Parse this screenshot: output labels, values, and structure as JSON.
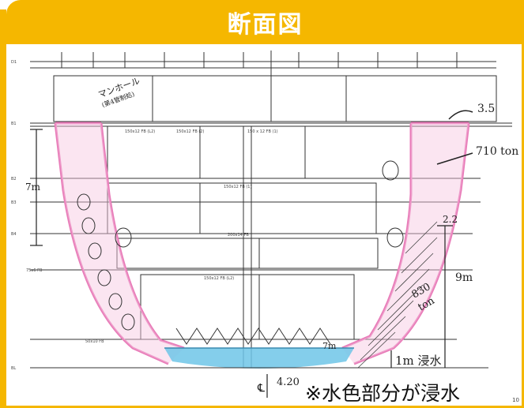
{
  "header": {
    "title": "断面図"
  },
  "caption": "※水色部分が浸水",
  "annotations": {
    "manhole": "マンホール",
    "manhole_note": "(第4管制処)",
    "left_height": "7m",
    "top_right_number": "3.5",
    "right_tonnage": "710 ton",
    "lower_right_number": "2.2",
    "height_9m": "9m",
    "lower_tonnage_1": "830",
    "lower_tonnage_2": "ton",
    "flood_depth": "1m 浸水",
    "bottom_right": "7m",
    "bottom_center": "4.20",
    "centerline": "℄"
  },
  "deck_labels": [
    "D1",
    "B1",
    "B2",
    "B3",
    "B4",
    "75x6 FB",
    "50x10 FB",
    "BL"
  ],
  "frame_labels": [
    "150x12 FB (L2)",
    "150x12 FB (2)",
    "150 x 12 FB (1)",
    "200x14 FB",
    "150x12 FB (1)",
    "150x12 FB (L2)"
  ],
  "colors": {
    "header": "#f5b700",
    "flood": "#6ec6e8",
    "hull_highlight": "#e87bb8"
  },
  "page_number": "10"
}
